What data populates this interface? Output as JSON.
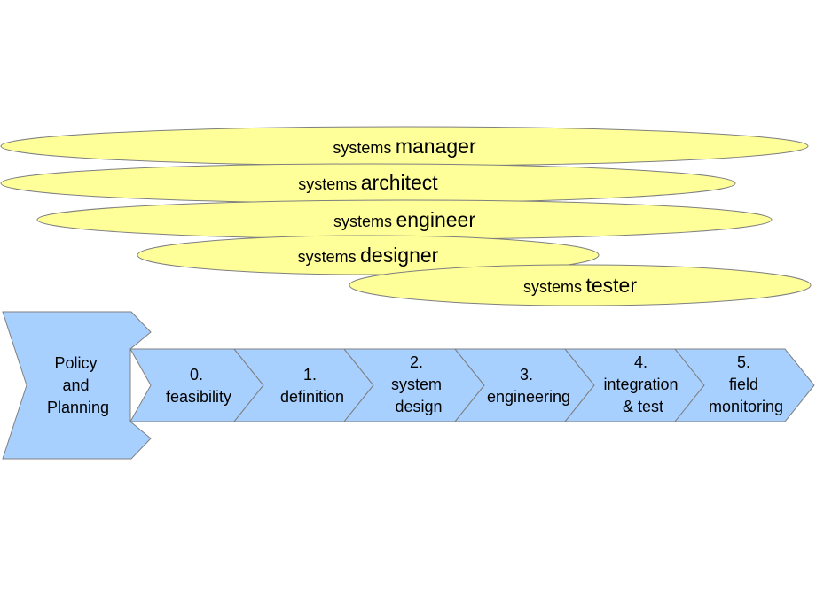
{
  "colors": {
    "ellipse_fill": "#ffff99",
    "ellipse_stroke": "#7f7f7f",
    "arrow_fill": "#a8d0ff",
    "arrow_stroke": "#7f7f7f"
  },
  "roles": [
    {
      "prefix": "systems",
      "role": "manager"
    },
    {
      "prefix": "systems",
      "role": "architect"
    },
    {
      "prefix": "systems",
      "role": "engineer"
    },
    {
      "prefix": "systems",
      "role": "designer"
    },
    {
      "prefix": "systems",
      "role": "tester"
    }
  ],
  "policy": {
    "lines": [
      "Policy",
      "and",
      "Planning"
    ]
  },
  "phases": [
    {
      "lines": [
        "0.",
        "feasibility"
      ]
    },
    {
      "lines": [
        "1.",
        "definition"
      ]
    },
    {
      "lines": [
        "2.",
        "system",
        "design"
      ]
    },
    {
      "lines": [
        "3.",
        "engineering"
      ]
    },
    {
      "lines": [
        "4.",
        "integration",
        "& test"
      ]
    },
    {
      "lines": [
        "5.",
        "field",
        "monitoring"
      ]
    }
  ]
}
